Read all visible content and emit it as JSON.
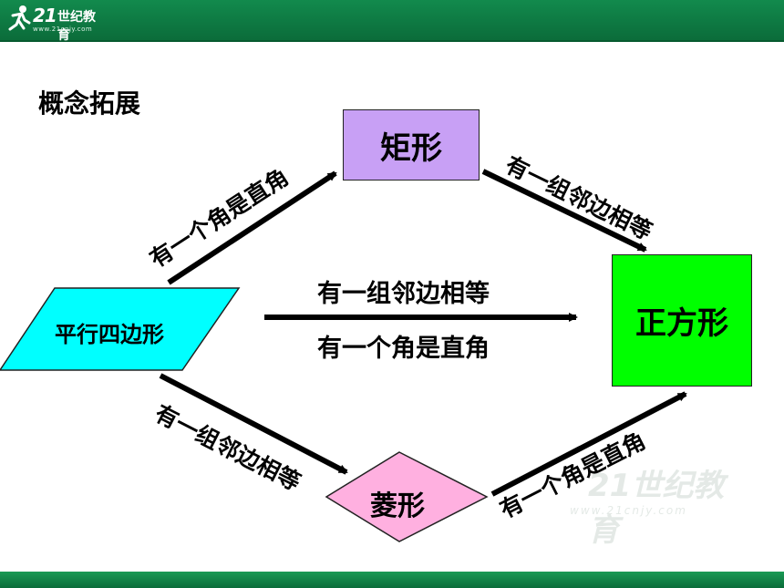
{
  "header": {
    "logo_number": "21",
    "logo_text": "世纪教育",
    "logo_url": "www.21cnjy.com"
  },
  "watermark": {
    "text": "21世纪教育",
    "url": "www.21cnjy.com"
  },
  "title": "概念拓展",
  "nodes": {
    "parallelogram": "平行四边形",
    "rectangle": "矩形",
    "rhombus": "菱形",
    "square": "正方形"
  },
  "edges": {
    "para_to_rect": "有一个角是直角",
    "rect_to_square": "有一组邻边相等",
    "para_to_square_line1": "有一组邻边相等",
    "para_to_square_line2": "有一个角是直角",
    "para_to_rhombus": "有一组邻边相等",
    "rhombus_to_square": "有一个角是直角"
  },
  "colors": {
    "header_green": "#0b6c3a",
    "parallelogram_fill": "#00ffff",
    "rectangle_fill": "#c8a0f5",
    "rhombus_fill": "#ffb0e0",
    "square_fill": "#00ff00"
  }
}
